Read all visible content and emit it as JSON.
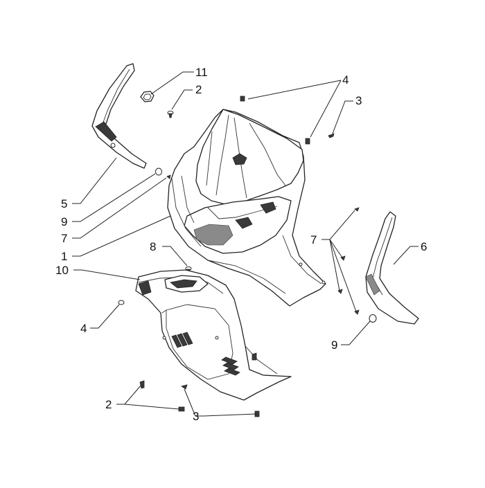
{
  "callouts": {
    "n1": "1",
    "n2a": "2",
    "n2b": "2",
    "n3a": "3",
    "n3b": "3",
    "n4a": "4",
    "n4b": "4",
    "n5": "5",
    "n6": "6",
    "n7a": "7",
    "n7b": "7",
    "n8": "8",
    "n9a": "9",
    "n9b": "9",
    "n10": "10",
    "n11": "11"
  }
}
